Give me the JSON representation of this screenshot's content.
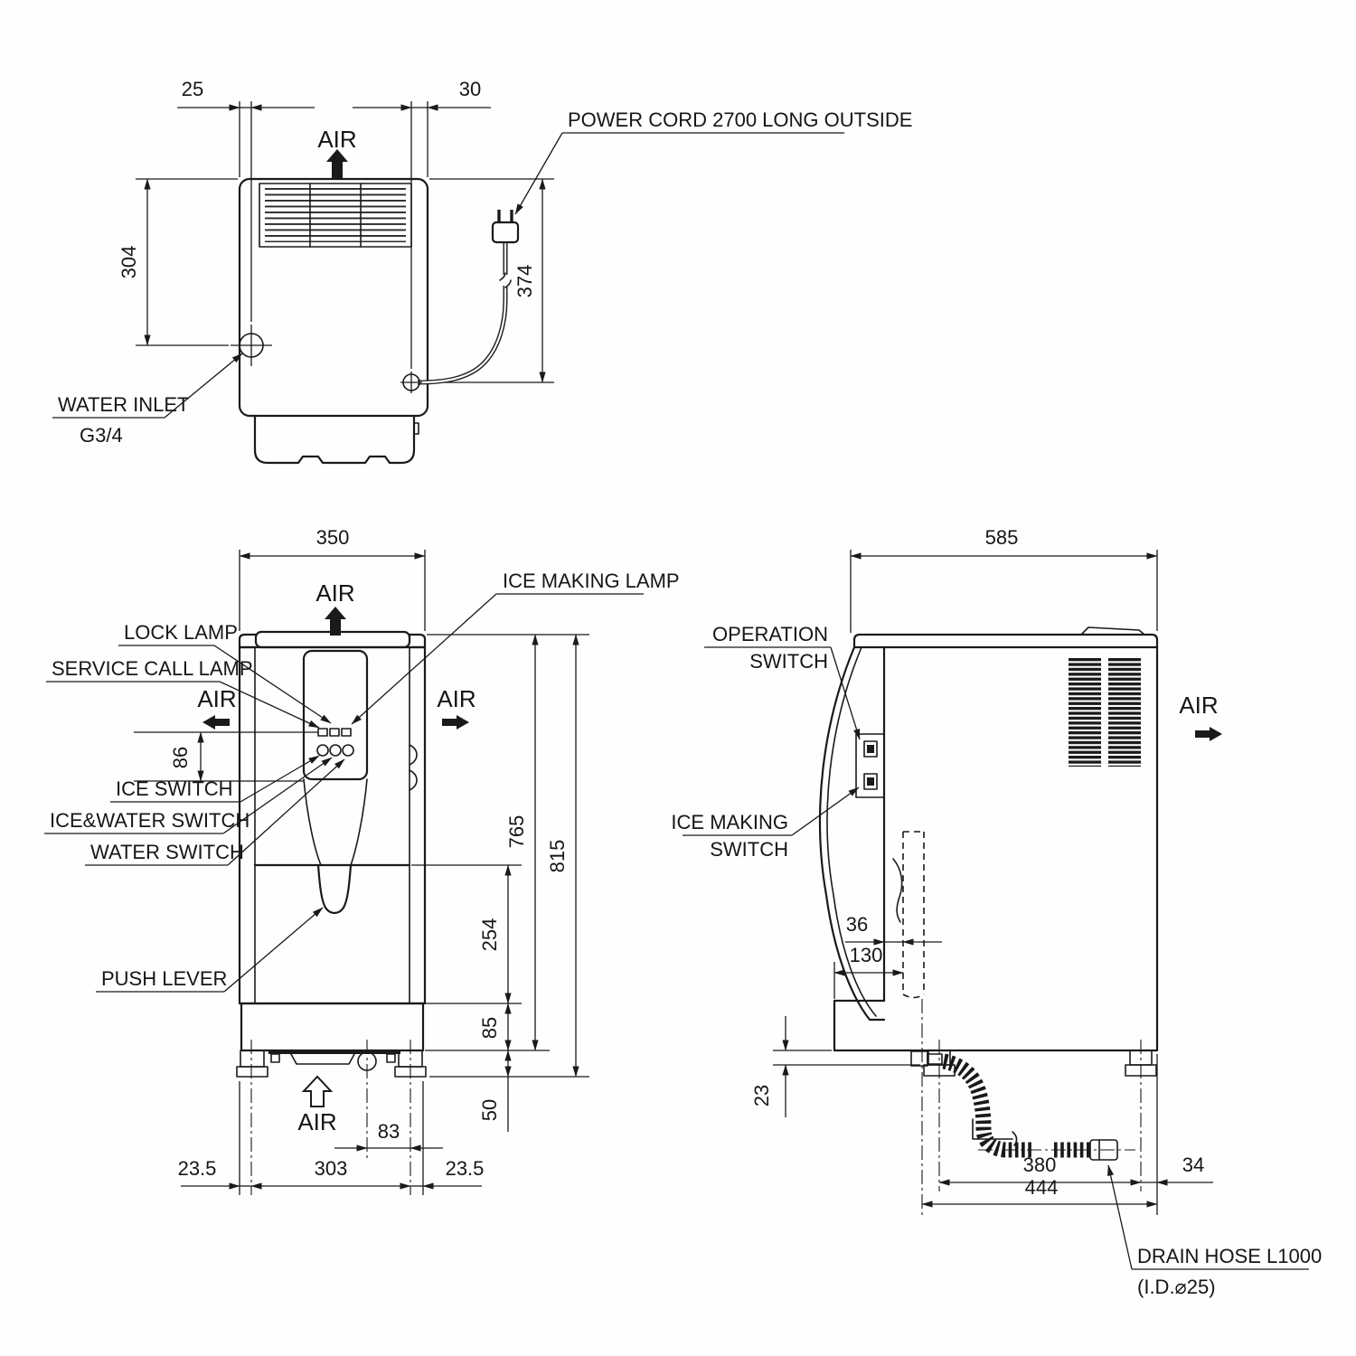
{
  "colors": {
    "line": "#1a1a1a",
    "background": "#fefefe"
  },
  "top_view": {
    "air": "AIR",
    "power_cord_label": "POWER CORD 2700 LONG OUTSIDE",
    "water_inlet_line1": "WATER INLET",
    "water_inlet_line2": "G3/4",
    "dims": {
      "left_offset": "25",
      "right_offset": "30",
      "inlet_depth": "304",
      "cord_depth": "374"
    }
  },
  "front_view": {
    "air_top": "AIR",
    "air_left": "AIR",
    "air_right": "AIR",
    "air_bottom": "AIR",
    "labels": {
      "ice_making_lamp": "ICE MAKING LAMP",
      "lock_lamp": "LOCK LAMP",
      "service_call_lamp": "SERVICE CALL LAMP",
      "ice_switch": "ICE SWITCH",
      "ice_water_switch": "ICE&WATER SWITCH",
      "water_switch": "WATER SWITCH",
      "push_lever": "PUSH LEVER"
    },
    "dims": {
      "width": "350",
      "lamp_offset": "86",
      "body_height": "765",
      "total_height": "815",
      "spout_height": "254",
      "base_height": "85",
      "leg_height": "50",
      "caster_offset": "83",
      "foot_left": "23.5",
      "foot_span": "303",
      "foot_right": "23.5"
    }
  },
  "side_view": {
    "air_right": "AIR",
    "labels": {
      "operation_switch_line1": "OPERATION",
      "operation_switch_line2": "SWITCH",
      "ice_making_switch_line1": "ICE MAKING",
      "ice_making_switch_line2": "SWITCH",
      "drain_hose_line1": "DRAIN HOSE L1000",
      "drain_hose_line2": "(I.D.⌀25)"
    },
    "dims": {
      "depth": "585",
      "lever_depth": "36",
      "tray_depth": "130",
      "base_lip": "23",
      "foot_span": "380",
      "rear_offset": "34",
      "overall": "444"
    }
  }
}
